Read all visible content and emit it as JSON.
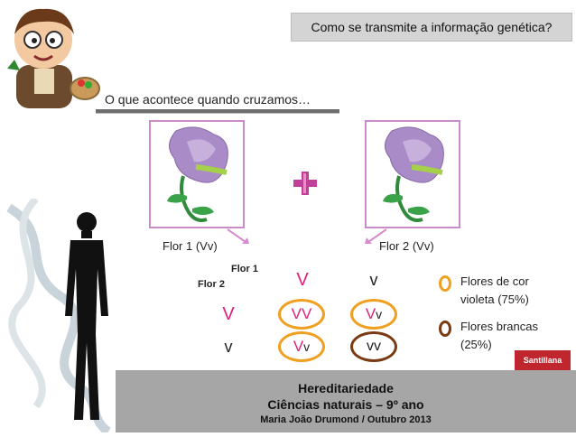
{
  "header": {
    "title": "Como se transmite a informação genética?"
  },
  "question": "O que acontece quando cruzamos…",
  "parents": [
    {
      "label": "Flor 1 (Vv)"
    },
    {
      "label": "Flor 2 (Vv)"
    }
  ],
  "punnett": {
    "corner_top": "Flor 1",
    "corner_left": "Flor 2",
    "col_headers": [
      "V",
      "v"
    ],
    "row_headers": [
      "V",
      "v"
    ],
    "cells": [
      [
        "VV",
        "Vv"
      ],
      [
        "Vv",
        "vv"
      ]
    ]
  },
  "legend": [
    {
      "text": "Flores de cor violeta (75%)",
      "color": "#f0a020"
    },
    {
      "text": "Flores brancas (25%)",
      "color": "#7a3a12"
    }
  ],
  "colors": {
    "dominant": "#e0207a",
    "recessive": "#222222",
    "violet_ring": "#f0a020",
    "white_ring": "#7a3a12"
  },
  "footer": {
    "line1": "Hereditariedade",
    "line2": "Ciências naturais – 9º ano",
    "line3": "Maria João Drumond / Outubro 2013"
  },
  "logo": {
    "text": "Santillana"
  }
}
